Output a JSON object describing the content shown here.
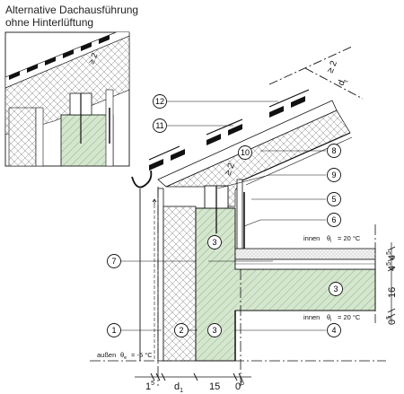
{
  "title": {
    "line1": "Alternative Dachausführung",
    "line2": "ohne Hinterlüftung"
  },
  "dimensions": {
    "bottom": [
      "1",
      "5",
      "d",
      "1",
      "15",
      "0",
      "5"
    ],
    "right": [
      "4",
      "5",
      "4",
      "5",
      "16",
      "0",
      "5"
    ],
    "roof_main": "≥ 2",
    "roof_detail": "≥ 2",
    "roof_top": "≥ 2",
    "roof_dt": "d",
    "roof_dt_sub": "t"
  },
  "labels": {
    "innen_top": "innen",
    "theta_top": "θ",
    "theta_top_sub": "i",
    "temp_top": "= 20 °C",
    "innen_bottom": "innen",
    "theta_bottom": "θ",
    "theta_bottom_sub": "i",
    "temp_bottom": "= 20 °C",
    "aussen": "außen",
    "theta_out": "θ",
    "theta_out_sub": "e",
    "temp_out": "= -5 °C"
  },
  "callouts": [
    "1",
    "2",
    "3",
    "3",
    "3",
    "3",
    "4",
    "5",
    "6",
    "7",
    "8",
    "9",
    "10",
    "11",
    "12"
  ],
  "colors": {
    "concrete": "#d5e6cf",
    "hatch": "#7aa874",
    "line": "#111111",
    "insulation": "#ffffff",
    "screed_dots": "#cfcfcf"
  }
}
